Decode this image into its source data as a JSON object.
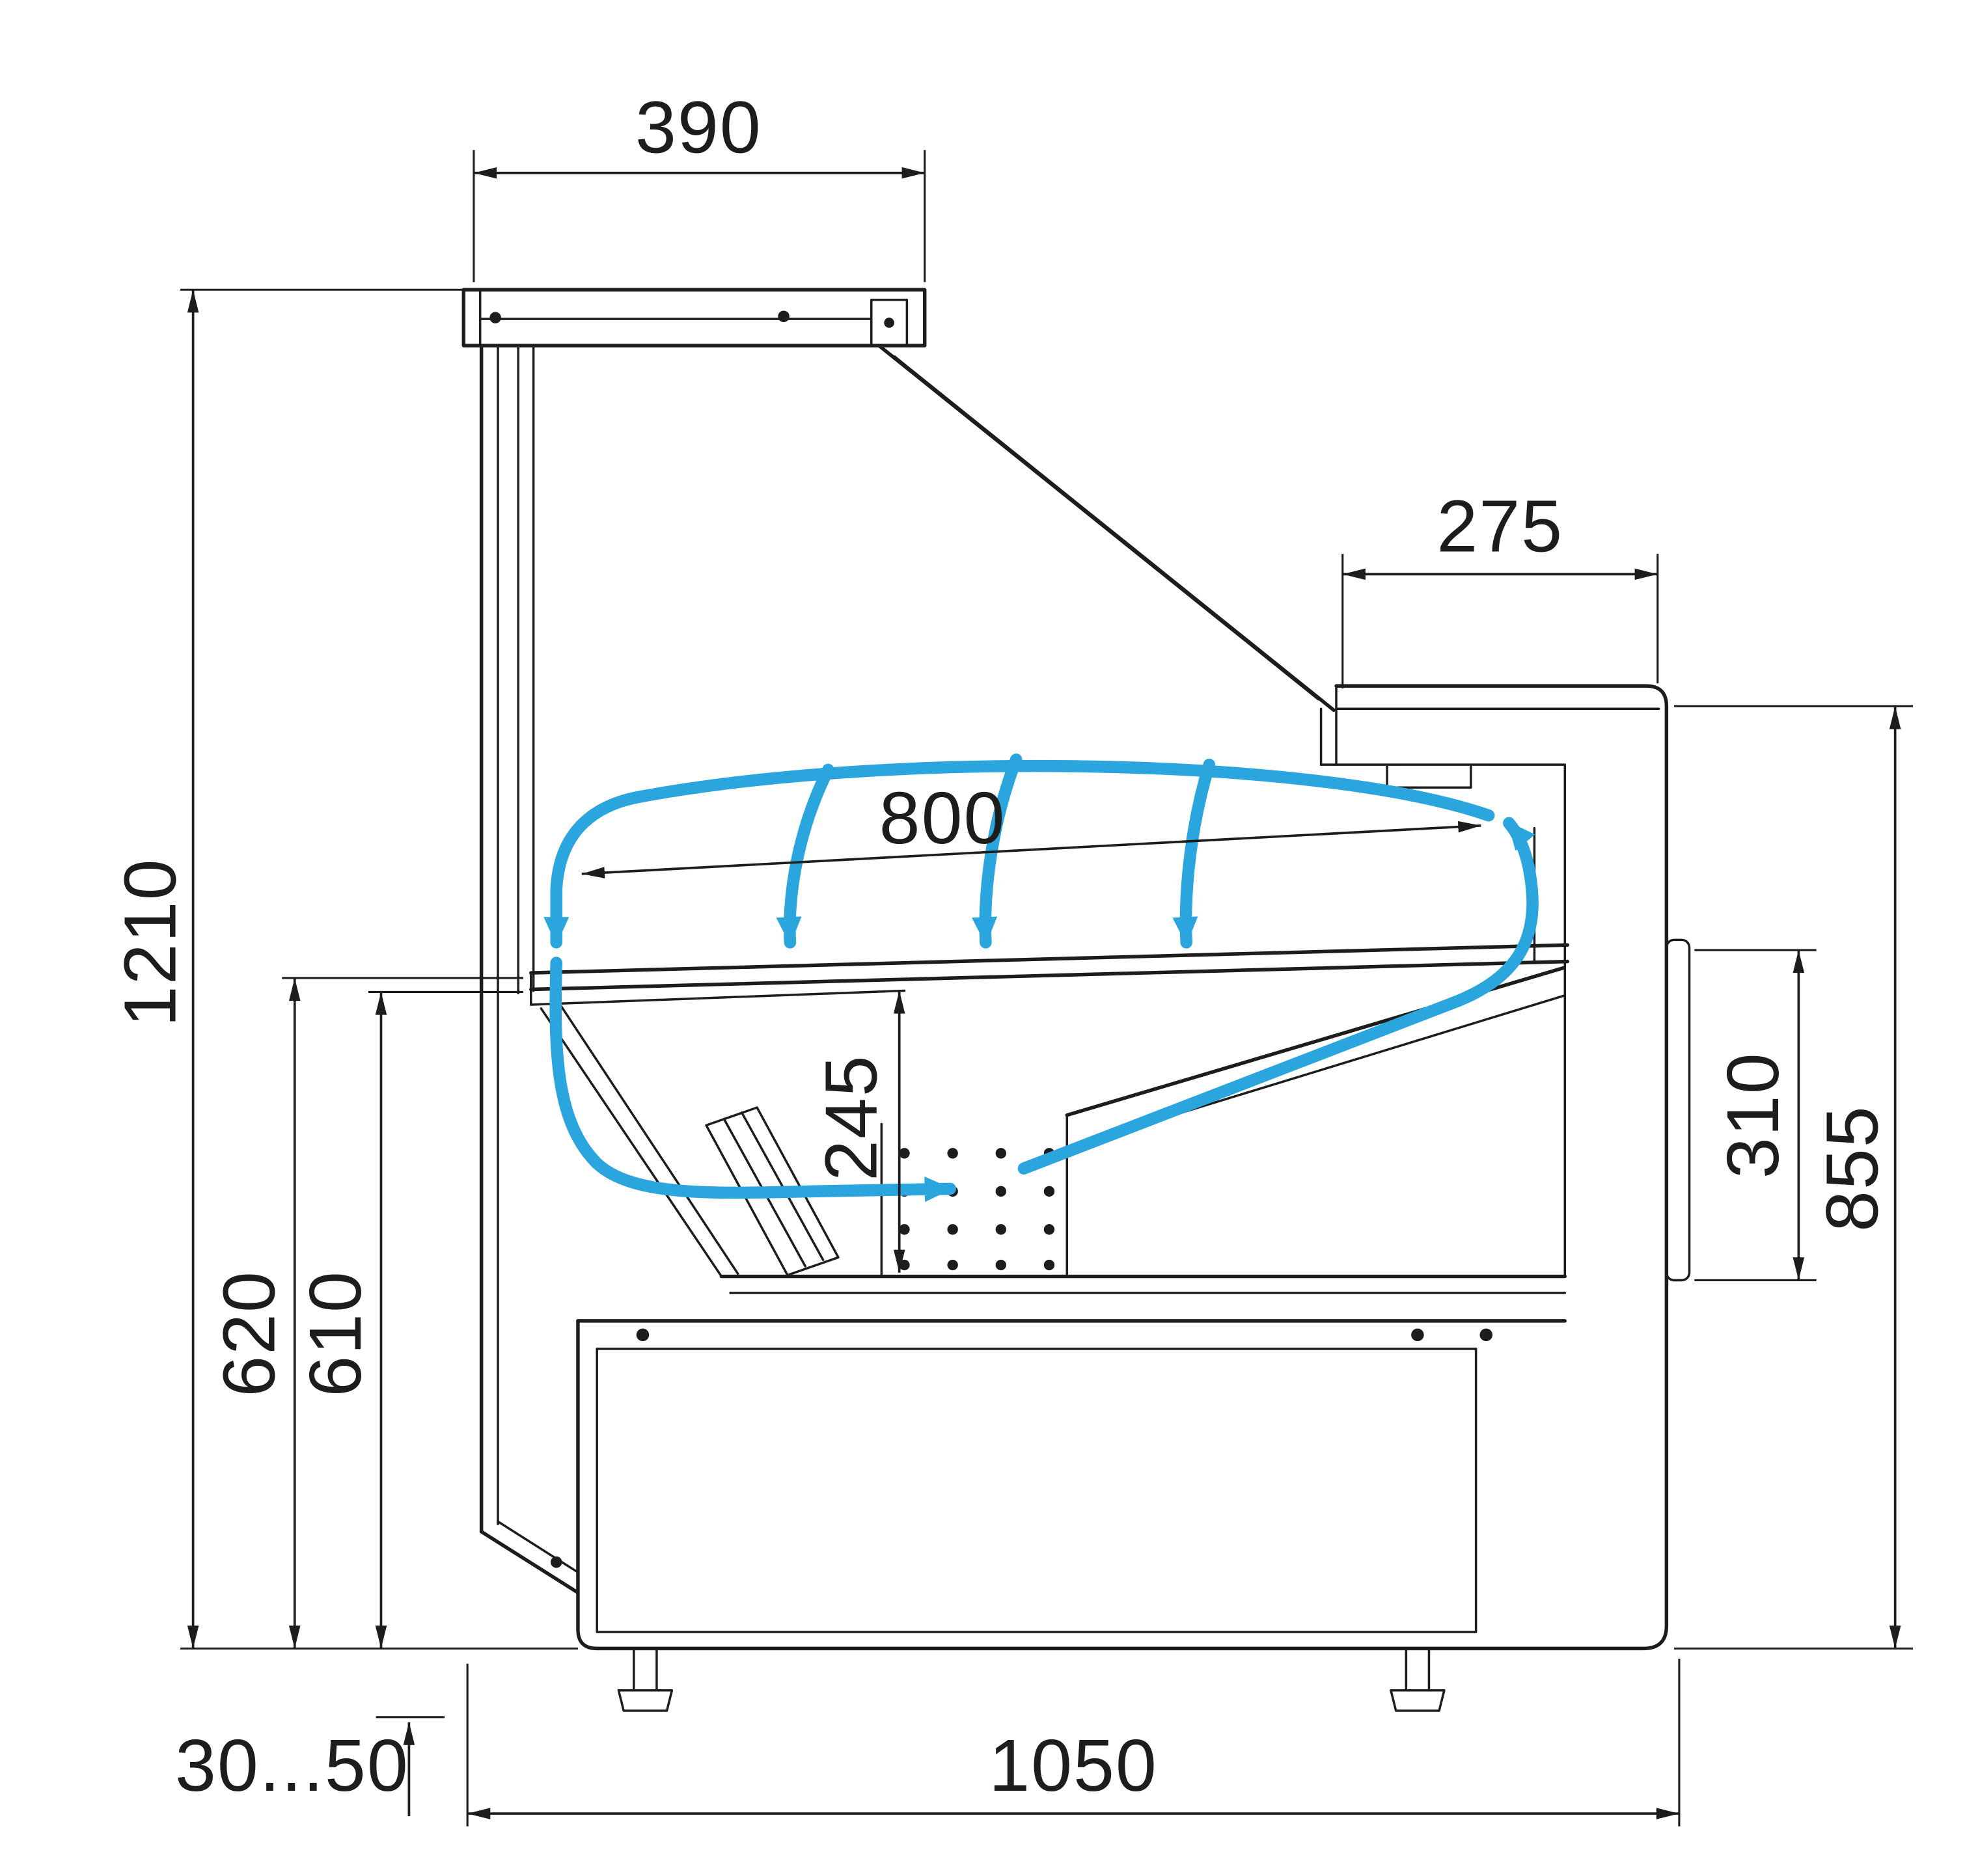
{
  "diagram": {
    "subject": "refrigerated-display-case-cross-section",
    "type": "technical-dimension-drawing",
    "colors": {
      "line": "#1d1d1b",
      "airflow": "#2aa5de",
      "background": "#ffffff"
    },
    "dimensions": {
      "canopy_width": "390",
      "counter_shelf_depth": "275",
      "display_opening": "800",
      "overall_height": "1210",
      "well_height": "245",
      "front_panel_height": "310",
      "worktop_height": "855",
      "height_back_outer": "620",
      "height_back_inner": "610",
      "leg_adjustment": "30...50",
      "base_depth": "1050"
    }
  }
}
